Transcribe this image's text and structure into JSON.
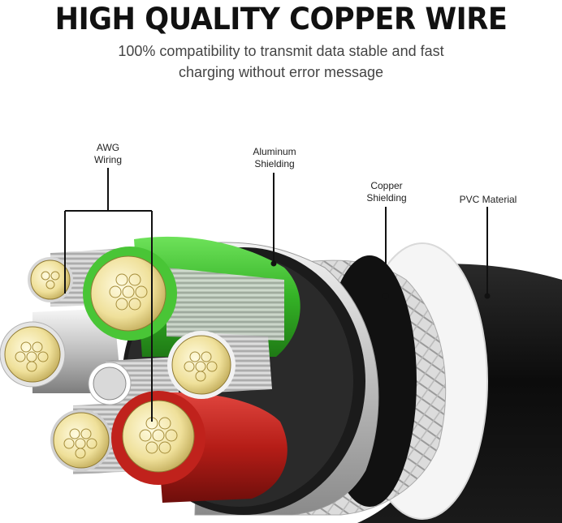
{
  "header": {
    "title": "HIGH QUALITY COPPER WIRE",
    "subtitle_line1": "100% compatibility to transmit data stable and fast",
    "subtitle_line2": "charging without error message"
  },
  "labels": {
    "awg_line1": "AWG",
    "awg_line2": "Wiring",
    "aluminum_line1": "Aluminum",
    "aluminum_line2": "Shielding",
    "copper_line1": "Copper",
    "copper_line2": "Shielding",
    "pvc": "PVC Material"
  },
  "colors": {
    "green_insulation": "#3fbf2e",
    "red_insulation": "#c0221c",
    "outer_jacket": "#111111",
    "copper_strand": "#e6d48a"
  }
}
